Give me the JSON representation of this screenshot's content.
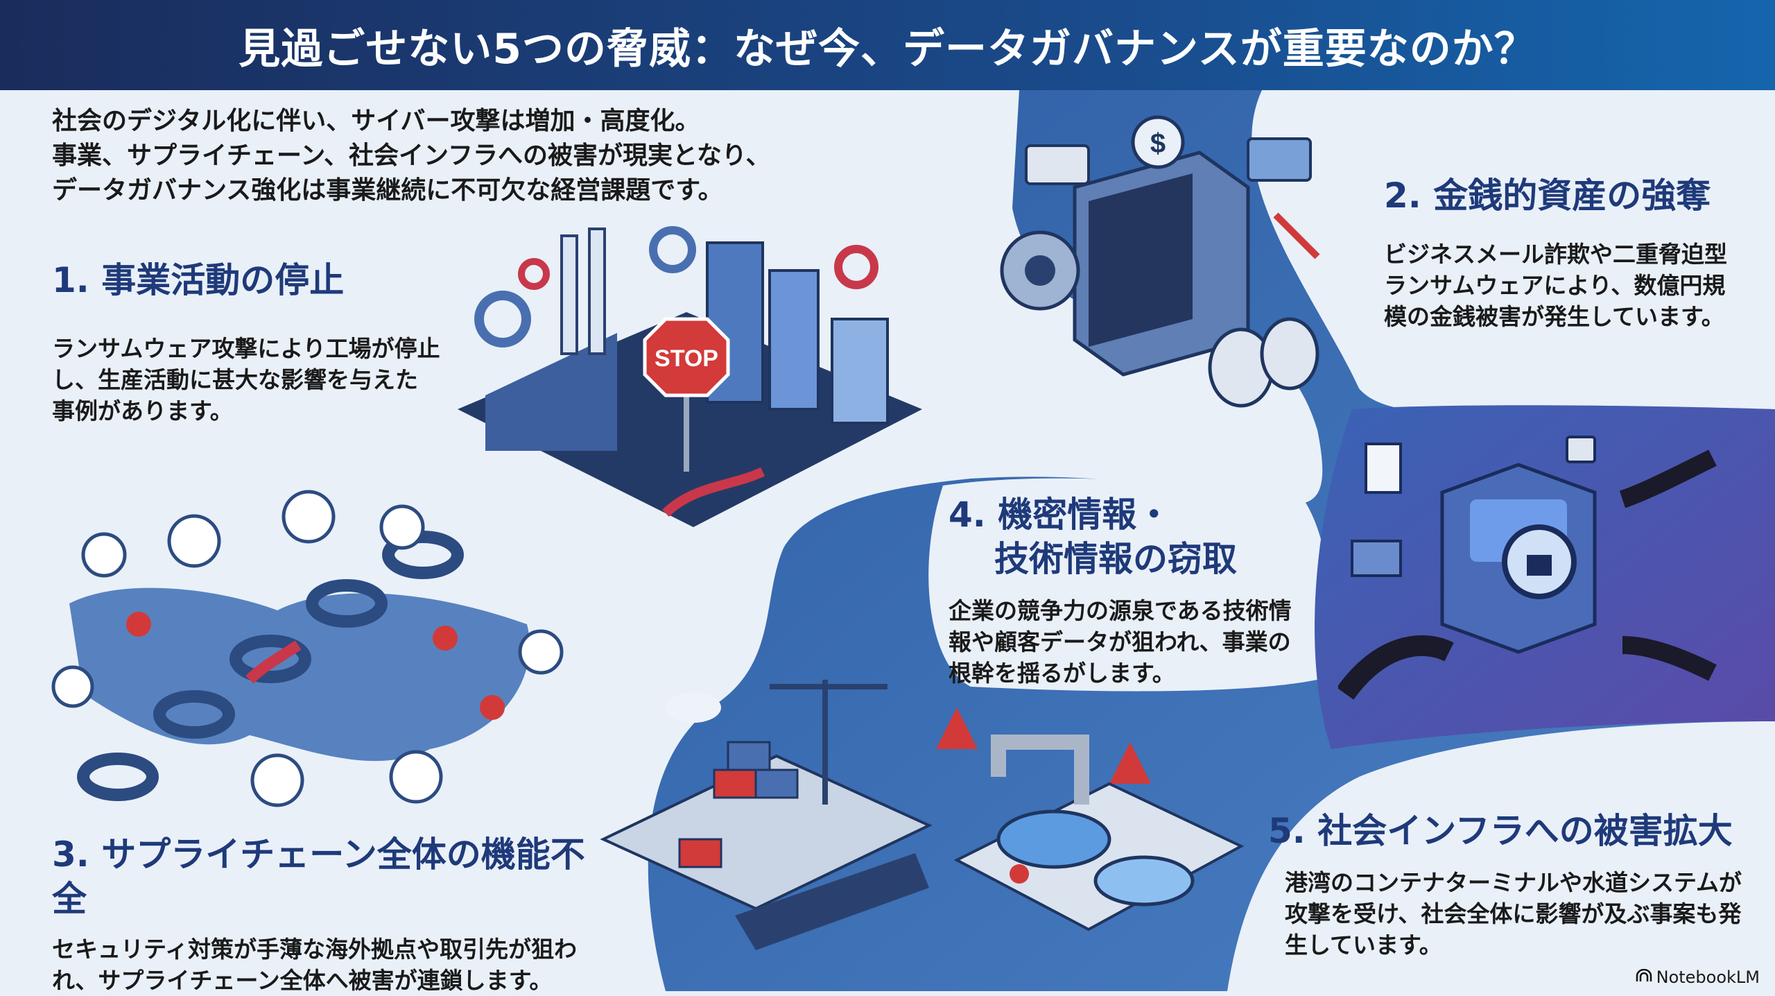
{
  "title": "見過ごせない5つの脅威：なぜ今、データガバナンスが重要なのか？",
  "intro": [
    "社会のデジタル化に伴い、サイバー攻撃は増加・高度化。",
    "事業、サプライチェーン、社会インフラへの被害が現実となり、",
    "データガバナンス強化は事業継続に不可欠な経営課題です。"
  ],
  "threats": [
    {
      "heading": "1. 事業活動の停止",
      "body": "ランサムウェア攻撃により工場が停止し、生産活動に甚大な影響を与えた事例があります。"
    },
    {
      "heading": "2. 金銭的資産の強奪",
      "body": "ビジネスメール詐欺や二重脅迫型ランサムウェアにより、数億円規模の金銭被害が発生しています。"
    },
    {
      "heading": "3. サプライチェーン全体の機能不全",
      "body": "セキュリティ対策が手薄な海外拠点や取引先が狙われ、サプライチェーン全体へ被害が連鎖します。"
    },
    {
      "heading_line1": "4. 機密情報・",
      "heading_line2": "技術情報の窃取",
      "body": "企業の競争力の源泉である技術情報や顧客データが狙われ、事業の根幹を揺るがします。"
    },
    {
      "heading": "5. 社会インフラへの被害拡大",
      "body": "港湾のコンテナターミナルや水道システムが攻撃を受け、社会全体に影響が及ぶ事案も発生しています。"
    }
  ],
  "illustrations": {
    "stop_sign": "STOP",
    "currency_symbol": "$"
  },
  "brand": "NotebookLM",
  "colors": {
    "heading": "#1f3a7a",
    "band": "#3a6cb0",
    "alert": "#d23a3a"
  }
}
